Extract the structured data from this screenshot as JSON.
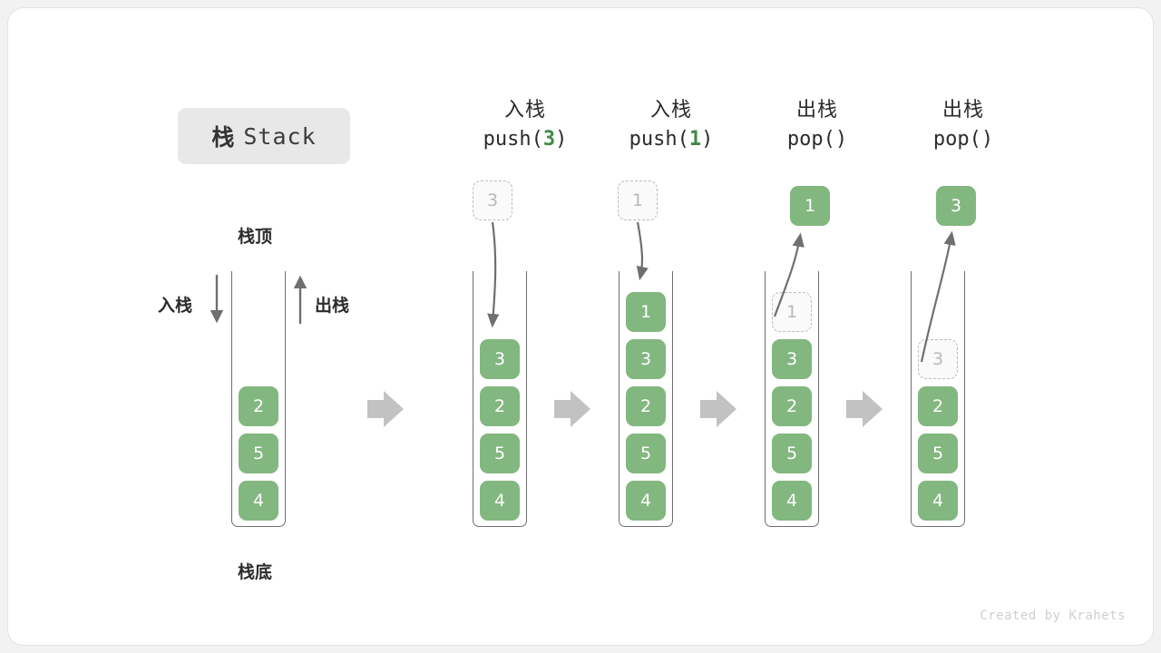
{
  "title": {
    "cn": "栈",
    "en": "Stack"
  },
  "labels": {
    "top": "栈顶",
    "bottom": "栈底",
    "push": "入栈",
    "pop": "出栈"
  },
  "footer": {
    "credit": "Created by Krahets"
  },
  "colors": {
    "cell_fill": "#82b77f",
    "cell_text": "#ffffff",
    "ghost_border": "#bdbdbd",
    "ghost_text": "#b9b9b9",
    "accent_green": "#3f8a46",
    "arrow_gray": "#6f6f6f",
    "separator_gray": "#c2c2c2",
    "badge_bg": "#e8e8e8"
  },
  "steps": [
    {
      "id": "initial",
      "caption_cn": "",
      "caption_code": "",
      "stack": [
        "2",
        "5",
        "4"
      ],
      "ghost_in_stack": null,
      "floating_cell": null,
      "floating_ghost": null
    },
    {
      "id": "push-3",
      "caption_cn": "入栈",
      "caption_code": "push(3)",
      "caption_arg": "3",
      "stack": [
        "3",
        "2",
        "5",
        "4"
      ],
      "ghost_in_stack": null,
      "floating_ghost": "3",
      "floating_cell": null
    },
    {
      "id": "push-1",
      "caption_cn": "入栈",
      "caption_code": "push(1)",
      "caption_arg": "1",
      "stack": [
        "1",
        "3",
        "2",
        "5",
        "4"
      ],
      "ghost_in_stack": null,
      "floating_ghost": "1",
      "floating_cell": null
    },
    {
      "id": "pop-1",
      "caption_cn": "出栈",
      "caption_code": "pop()",
      "caption_arg": "",
      "stack": [
        "3",
        "2",
        "5",
        "4"
      ],
      "ghost_in_stack": "1",
      "floating_ghost": null,
      "floating_cell": "1"
    },
    {
      "id": "pop-3",
      "caption_cn": "出栈",
      "caption_code": "pop()",
      "caption_arg": "",
      "stack": [
        "2",
        "5",
        "4"
      ],
      "ghost_in_stack": "3",
      "floating_ghost": null,
      "floating_cell": "3"
    }
  ],
  "icons": {
    "separator": "block-right-arrow-icon",
    "push_arrow": "down-arrow-icon",
    "pop_arrow": "up-arrow-icon"
  }
}
